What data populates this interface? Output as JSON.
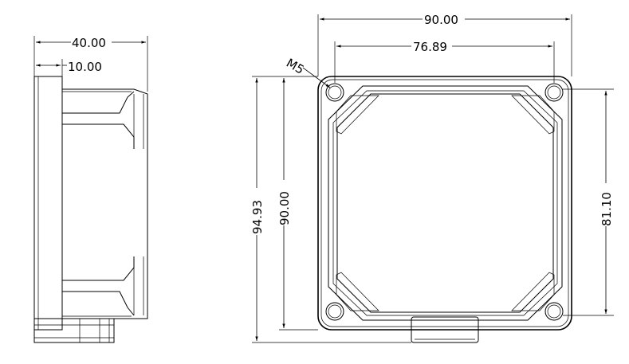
{
  "side_view": {
    "overall_width": "40.00",
    "flange_width": "10.00"
  },
  "front_view": {
    "overall_width": "90.00",
    "hole_spacing_horizontal": "76.89",
    "hole_spacing_vertical": "81.10",
    "body_height": "90.00",
    "overall_height": "94.93",
    "thread_callout": "M5"
  }
}
